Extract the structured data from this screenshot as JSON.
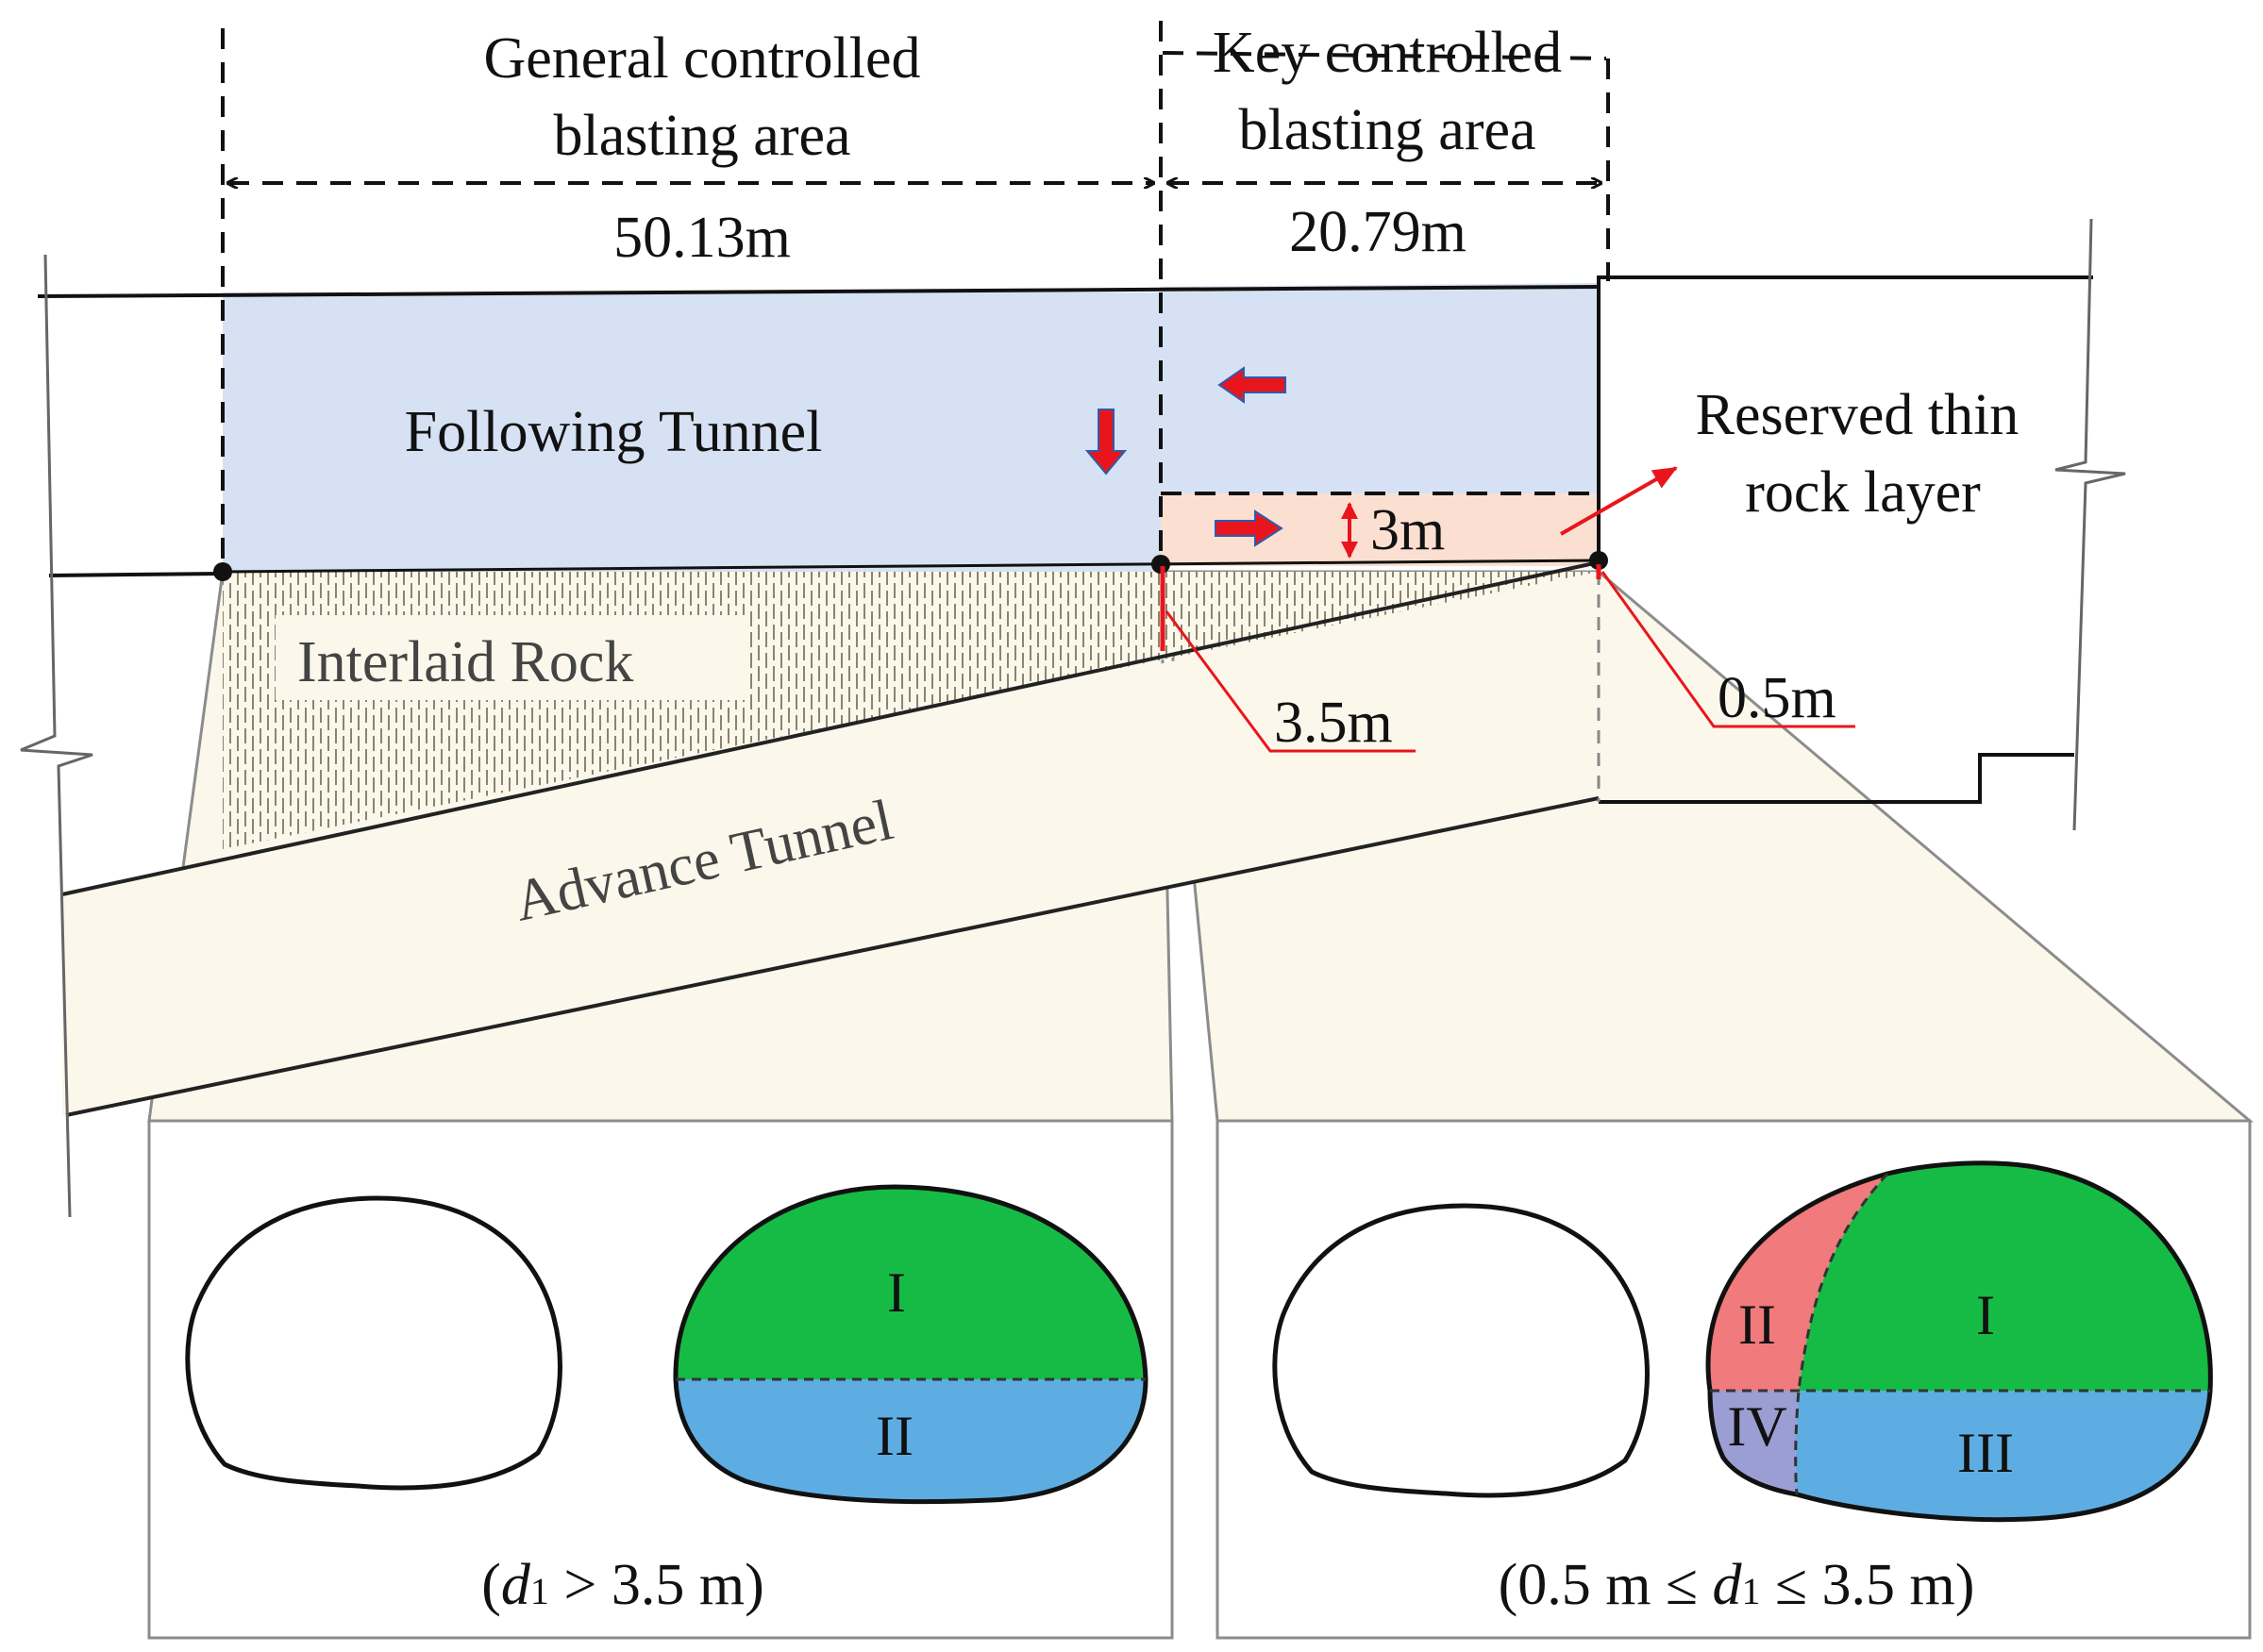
{
  "top_labels": {
    "general_area_line1": "General controlled",
    "general_area_line2": "blasting area",
    "key_area_line1": "Key controlled",
    "key_area_line2": "blasting area",
    "general_length": "50.13m",
    "key_length": "20.79m"
  },
  "tunnels": {
    "following": "Following Tunnel",
    "advance": "Advance Tunnel",
    "interlaid_rock": "Interlaid Rock",
    "reserved_line1": "Reserved thin",
    "reserved_line2": "rock layer"
  },
  "dimensions": {
    "layer_thickness": "3m",
    "d_left": "3.5m",
    "d_right": "0.5m"
  },
  "sections": {
    "left": {
      "zones": [
        "I",
        "II"
      ],
      "caption_open": "(",
      "caption_var": "d",
      "caption_sub": "1",
      "caption_rest": " > 3.5 m)"
    },
    "right": {
      "zones": [
        "I",
        "II",
        "III",
        "IV"
      ],
      "caption_open": "(0.5 m ≤ ",
      "caption_var": "d",
      "caption_sub": "1",
      "caption_rest": " ≤ 3.5 m)"
    }
  },
  "colors": {
    "following_tunnel": "#d6e2f3",
    "reserved_layer": "#fbe0d2",
    "advance_tunnel": "#fbf7ea",
    "zone_green": "#16bb45",
    "zone_blue": "#5dade2",
    "zone_red": "#f07a7c",
    "zone_purple": "#9a9ed2",
    "arrow_red": "#e8161c",
    "arrow_blue": "#2d5bb0",
    "leader_red": "#e8161c"
  }
}
